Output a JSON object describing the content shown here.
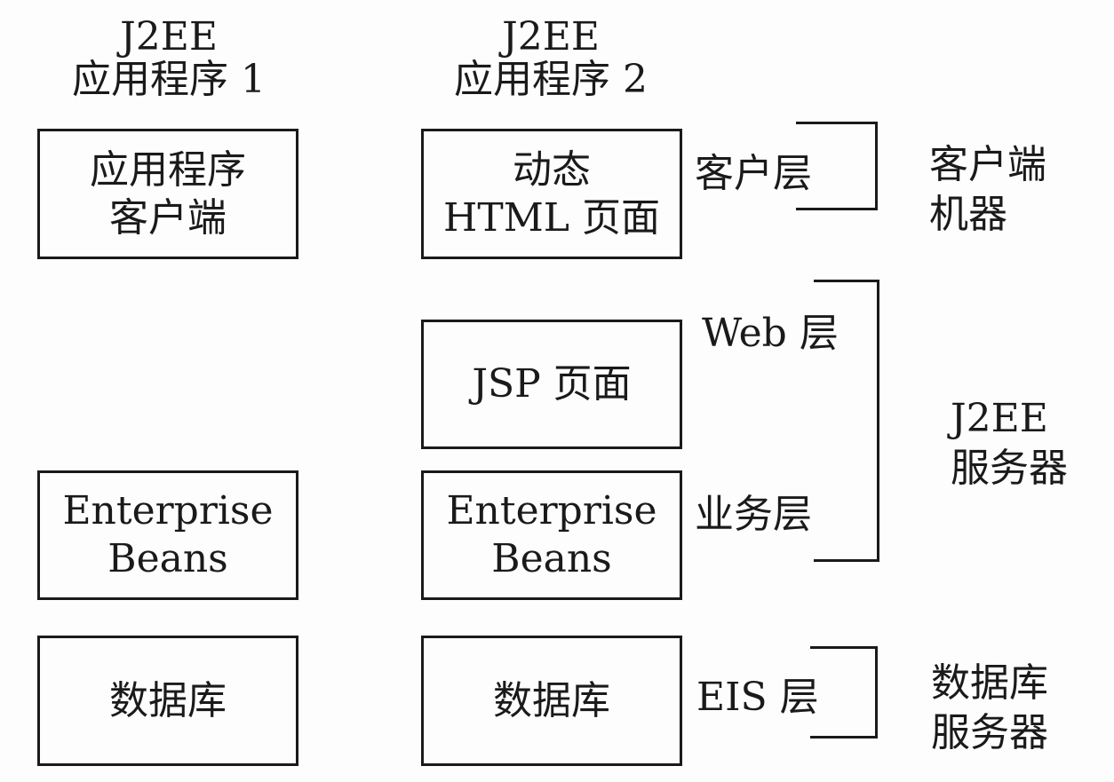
{
  "columns": [
    {
      "title_line1": "J2EE",
      "title_line2": "应用程序 1",
      "boxes": {
        "client": [
          "应用程序",
          "客户端"
        ],
        "beans": [
          "Enterprise",
          "Beans"
        ],
        "database": [
          "数据库"
        ]
      }
    },
    {
      "title_line1": "J2EE",
      "title_line2": "应用程序 2",
      "boxes": {
        "client": [
          "动态",
          "HTML 页面"
        ],
        "web": [
          "JSP 页面"
        ],
        "beans": [
          "Enterprise",
          "Beans"
        ],
        "database": [
          "数据库"
        ]
      }
    }
  ],
  "tiers": {
    "client": "客户层",
    "web": "Web 层",
    "business": "业务层",
    "eis": "EIS 层"
  },
  "machines": {
    "client": [
      "客户端",
      "机器"
    ],
    "server": [
      "J2EE",
      "服务器"
    ],
    "db": [
      "数据库",
      "服务器"
    ]
  }
}
